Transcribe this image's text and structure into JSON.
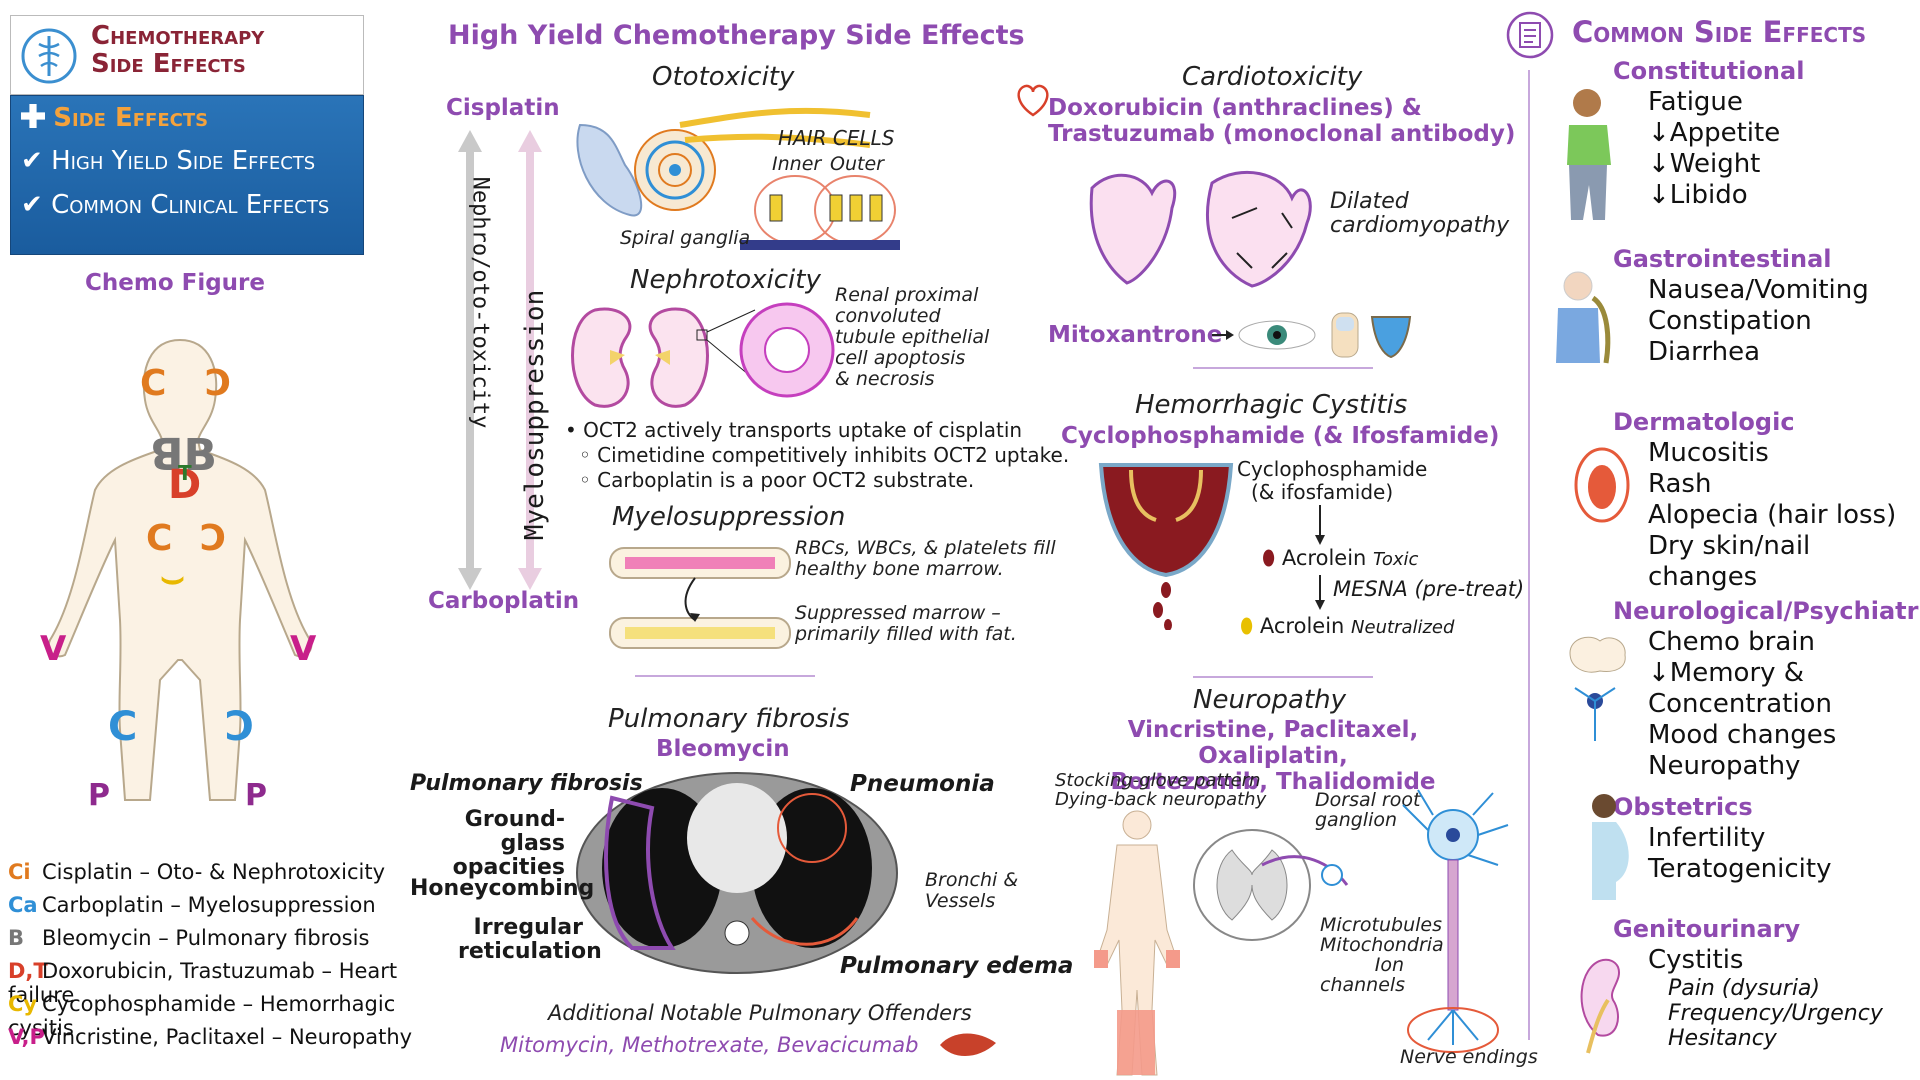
{
  "header_box": {
    "title_line1": "Chemotherapy",
    "title_line2": "Side Effects",
    "menu": [
      {
        "label": "Side Effects",
        "icon": "plus-icon"
      },
      {
        "label": "High Yield Side Effects",
        "icon": "check-icon"
      },
      {
        "label": "Common Clinical Effects",
        "icon": "check-icon"
      }
    ]
  },
  "chemo_figure": {
    "title": "Chemo Figure",
    "legend": [
      {
        "key": "Ci",
        "text": "Cisplatin – Oto- & Nephrotoxicity",
        "color": "#e07a1f"
      },
      {
        "key": "Ca",
        "text": "Carboplatin – Myelosuppression",
        "color": "#2f8fd6"
      },
      {
        "key": "B",
        "text": "Bleomycin – Pulmonary fibrosis",
        "color": "#777777"
      },
      {
        "key": "D,T",
        "text": "Doxorubicin, Trastuzumab – Heart failure",
        "color": "#d8402a"
      },
      {
        "key": "Cy",
        "text": "Cycophosphamide – Hemorrhagic cysitis",
        "color": "#e8b800"
      },
      {
        "key": "V,P",
        "text": "Vincristine, Paclitaxel – Neuropathy",
        "color": "#c81f8a"
      }
    ]
  },
  "high_yield": {
    "title": "High Yield Chemotherapy Side Effects",
    "cisplatin": "Cisplatin",
    "carboplatin": "Carboplatin",
    "nephro_oto": "Nephro/oto-toxicity",
    "myelo_axis": "Myelosuppression",
    "ototoxicity": {
      "title": "Ototoxicity",
      "hair_cells": "HAIR CELLS",
      "inner": "Inner",
      "outer": "Outer",
      "spiral": "Spiral ganglia"
    },
    "nephrotoxicity": {
      "title": "Nephrotoxicity",
      "note": [
        "Renal proximal",
        "convoluted",
        "tubule epithelial",
        "cell apoptosis",
        "& necrosis"
      ],
      "bullets": [
        "• OCT2 actively transports uptake of cisplatin",
        "◦ Cimetidine competitively inhibits OCT2 uptake.",
        "◦ Carboplatin is a poor OCT2 substrate."
      ]
    },
    "myelosuppression": {
      "title": "Myelosuppression",
      "note1": [
        "RBCs, WBCs, & platelets fill",
        "healthy bone marrow."
      ],
      "note2": [
        "Suppressed marrow –",
        "primarily filled with fat."
      ]
    },
    "pulmonary": {
      "title": "Pulmonary fibrosis",
      "drug": "Bleomycin",
      "labels_left": [
        "Pulmonary fibrosis",
        "Ground-glass",
        "opacities",
        "Honeycombing",
        "Irregular",
        "reticulation"
      ],
      "pneumonia": "Pneumonia",
      "bronchi": [
        "Bronchi &",
        "Vessels"
      ],
      "edema": "Pulmonary edema",
      "additional": "Additional Notable Pulmonary Offenders",
      "offenders": "Mitomycin, Methotrexate, Bevacicumab"
    },
    "cardiotoxicity": {
      "title": "Cardiotoxicity",
      "drugs1": "Doxorubicin (anthraclines) &",
      "drugs2": "Trastuzumab (monoclonal antibody)",
      "dilated": [
        "Dilated",
        "cardiomyopathy"
      ],
      "mitoxantrone": "Mitoxantrone"
    },
    "hemorrhagic": {
      "title": "Hemorrhagic Cystitis",
      "drugs": "Cyclophosphamide (& Ifosfamide)",
      "cyclo": [
        "Cyclophosphamide",
        "(& ifosfamide)"
      ],
      "acrolein": "Acrolein",
      "toxic": "Toxic",
      "mesna": "MESNA (pre-treat)",
      "neutralized": "Neutralized"
    },
    "neuropathy": {
      "title": "Neuropathy",
      "drugs1": "Vincristine, Paclitaxel, Oxaliplatin,",
      "drugs2": "Bortezomib, Thalidomide",
      "stocking": [
        "Stocking-glove pattern",
        "Dying-back neuropathy"
      ],
      "drg": [
        "Dorsal root",
        "ganglion"
      ],
      "micro": [
        "Microtubules",
        "Mitochondria",
        "Ion channels"
      ],
      "nerve_endings": "Nerve endings"
    }
  },
  "common": {
    "title": "Common Side Effects",
    "sections": [
      {
        "name": "Constitutional",
        "items": [
          "Fatigue",
          "↓Appetite",
          "↓Weight",
          "↓Libido"
        ]
      },
      {
        "name": "Gastrointestinal",
        "items": [
          "Nausea/Vomiting",
          "Constipation",
          "Diarrhea"
        ]
      },
      {
        "name": "Dermatologic",
        "items": [
          "Mucositis",
          "Rash",
          "Alopecia (hair loss)",
          "Dry skin/nail changes"
        ]
      },
      {
        "name": "Neurological/Psychiatric",
        "items": [
          "Chemo brain",
          "↓Memory & Concentration",
          "Mood changes",
          "Neuropathy"
        ]
      },
      {
        "name": "Obstetrics",
        "items": [
          "Infertility",
          "Teratogenicity"
        ]
      },
      {
        "name": "Genitourinary",
        "items": [
          "Cystitis",
          "Pain (dysuria)",
          "Frequency/Urgency",
          "Hesitancy"
        ]
      }
    ]
  }
}
